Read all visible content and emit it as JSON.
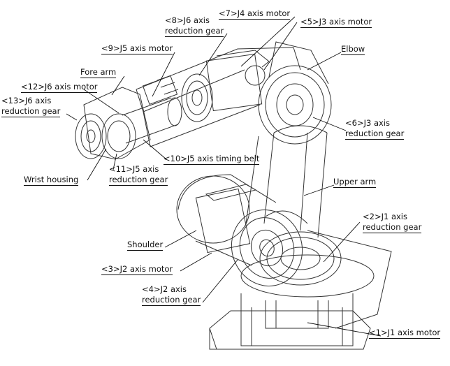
{
  "labels": {
    "j1_motor": "<1>J1 axis motor",
    "j1_gear_1": "<2>J1 axis",
    "j1_gear_2": "reduction gear",
    "j2_motor": "<3>J2 axis motor",
    "j2_gear_1": "<4>J2 axis",
    "j2_gear_2": "reduction gear",
    "j3_motor": "<5>J3 axis motor",
    "j3_gear_1": "<6>J3 axis",
    "j3_gear_2": "reduction gear",
    "j4_motor": "<7>J4 axis motor",
    "j6_gear_top_1": "<8>J6 axis",
    "j6_gear_top_2": "reduction gear",
    "j5_motor": "<9>J5 axis motor",
    "j5_belt": "<10>J5 axis timing belt",
    "j5_gear_1": "<11>J5 axis",
    "j5_gear_2": "reduction gear",
    "j6_motor": "<12>J6 axis motor",
    "j6_gear_1": "<13>J6 axis",
    "j6_gear_2": "reduction gear",
    "fore_arm": "Fore arm",
    "elbow": "Elbow",
    "upper_arm": "Upper arm",
    "shoulder": "Shoulder",
    "wrist_housing": "Wrist housing"
  },
  "colors": {
    "ink": "#111111",
    "line": "#333333",
    "background": "#ffffff"
  }
}
